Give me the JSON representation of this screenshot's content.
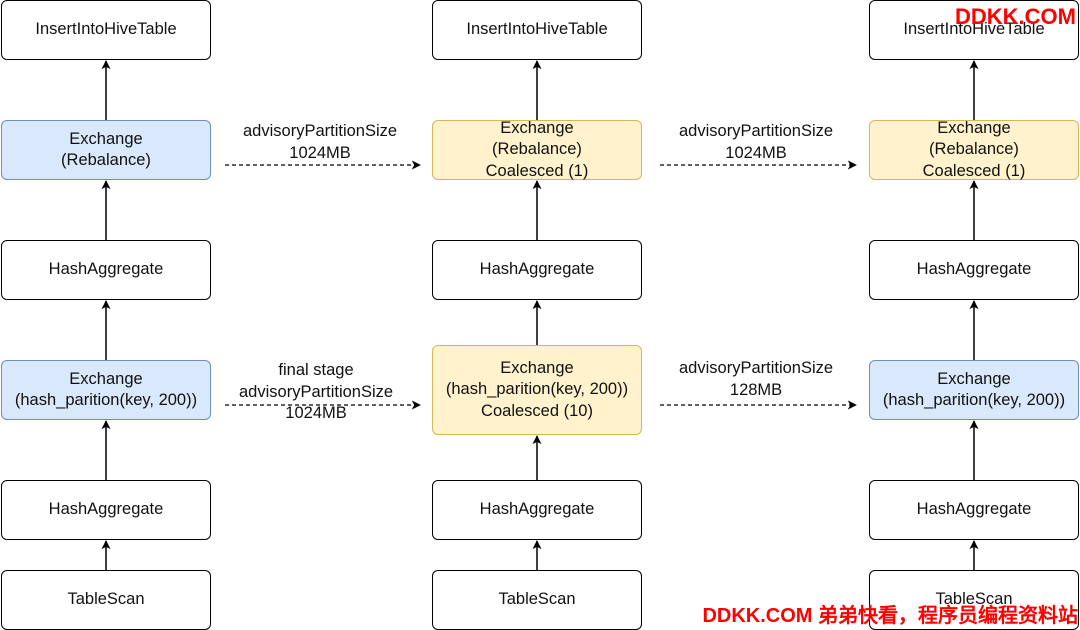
{
  "columns": [
    {
      "nodes": [
        {
          "label": "InsertIntoHiveTable",
          "style": "plain"
        },
        {
          "label": "Exchange\n(Rebalance)",
          "style": "blue"
        },
        {
          "label": "HashAggregate",
          "style": "plain"
        },
        {
          "label": "Exchange\n(hash_parition(key, 200))",
          "style": "blue"
        },
        {
          "label": "HashAggregate",
          "style": "plain"
        },
        {
          "label": "TableScan",
          "style": "plain"
        }
      ]
    },
    {
      "nodes": [
        {
          "label": "InsertIntoHiveTable",
          "style": "plain"
        },
        {
          "label": "Exchange\n(Rebalance)\nCoalesced (1)",
          "style": "yellow"
        },
        {
          "label": "HashAggregate",
          "style": "plain"
        },
        {
          "label": "Exchange\n(hash_parition(key, 200))\nCoalesced (10)",
          "style": "yellow"
        },
        {
          "label": "HashAggregate",
          "style": "plain"
        },
        {
          "label": "TableScan",
          "style": "plain"
        }
      ]
    },
    {
      "nodes": [
        {
          "label": "InsertIntoHiveTable",
          "style": "plain"
        },
        {
          "label": "Exchange\n(Rebalance)\nCoalesced (1)",
          "style": "yellow"
        },
        {
          "label": "HashAggregate",
          "style": "plain"
        },
        {
          "label": "Exchange\n(hash_parition(key, 200))",
          "style": "blue"
        },
        {
          "label": "HashAggregate",
          "style": "plain"
        },
        {
          "label": "TableScan",
          "style": "plain"
        }
      ]
    }
  ],
  "transitions": [
    {
      "label": "advisoryPartitionSize\n1024MB"
    },
    {
      "label": "final stage\nadvisoryPartitionSize\n1024MB"
    },
    {
      "label": "advisoryPartitionSize\n1024MB"
    },
    {
      "label": "advisoryPartitionSize\n128MB"
    }
  ],
  "watermarks": {
    "top": "DDKK.COM",
    "bottom": "DDKK.COM 弟弟快看，程序员编程资料站"
  },
  "colors": {
    "blue_fill": "#dae8fc",
    "blue_stroke": "#6c8ebf",
    "yellow_fill": "#fff2cc",
    "yellow_stroke": "#d6b656",
    "plain_fill": "#ffffff",
    "plain_stroke": "#000000",
    "watermark": "#ff0000"
  }
}
